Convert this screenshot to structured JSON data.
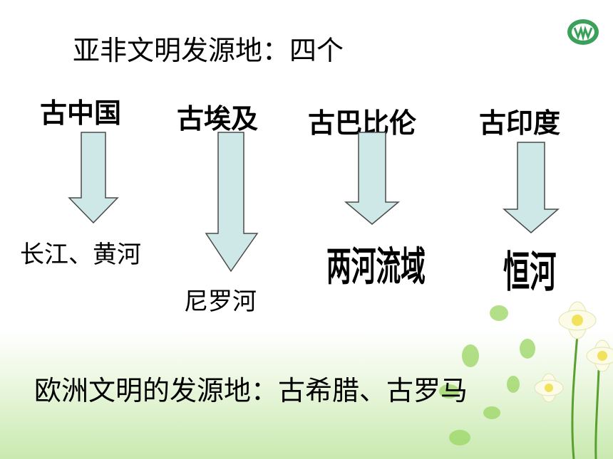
{
  "title": "亚非文明发源地：四个",
  "civilizations": [
    {
      "name": "古中国",
      "river": "长江、黄河"
    },
    {
      "name": "古埃及",
      "river": "尼罗河"
    },
    {
      "name": "古巴比伦",
      "river": "两河流域"
    },
    {
      "name": "古印度",
      "river": "恒河"
    }
  ],
  "footer": "欧洲文明的发源地：古希腊、古罗马",
  "colors": {
    "arrow_fill": "#cde8e6",
    "arrow_stroke": "#4a4a4a",
    "logo": "#3aa05a"
  }
}
